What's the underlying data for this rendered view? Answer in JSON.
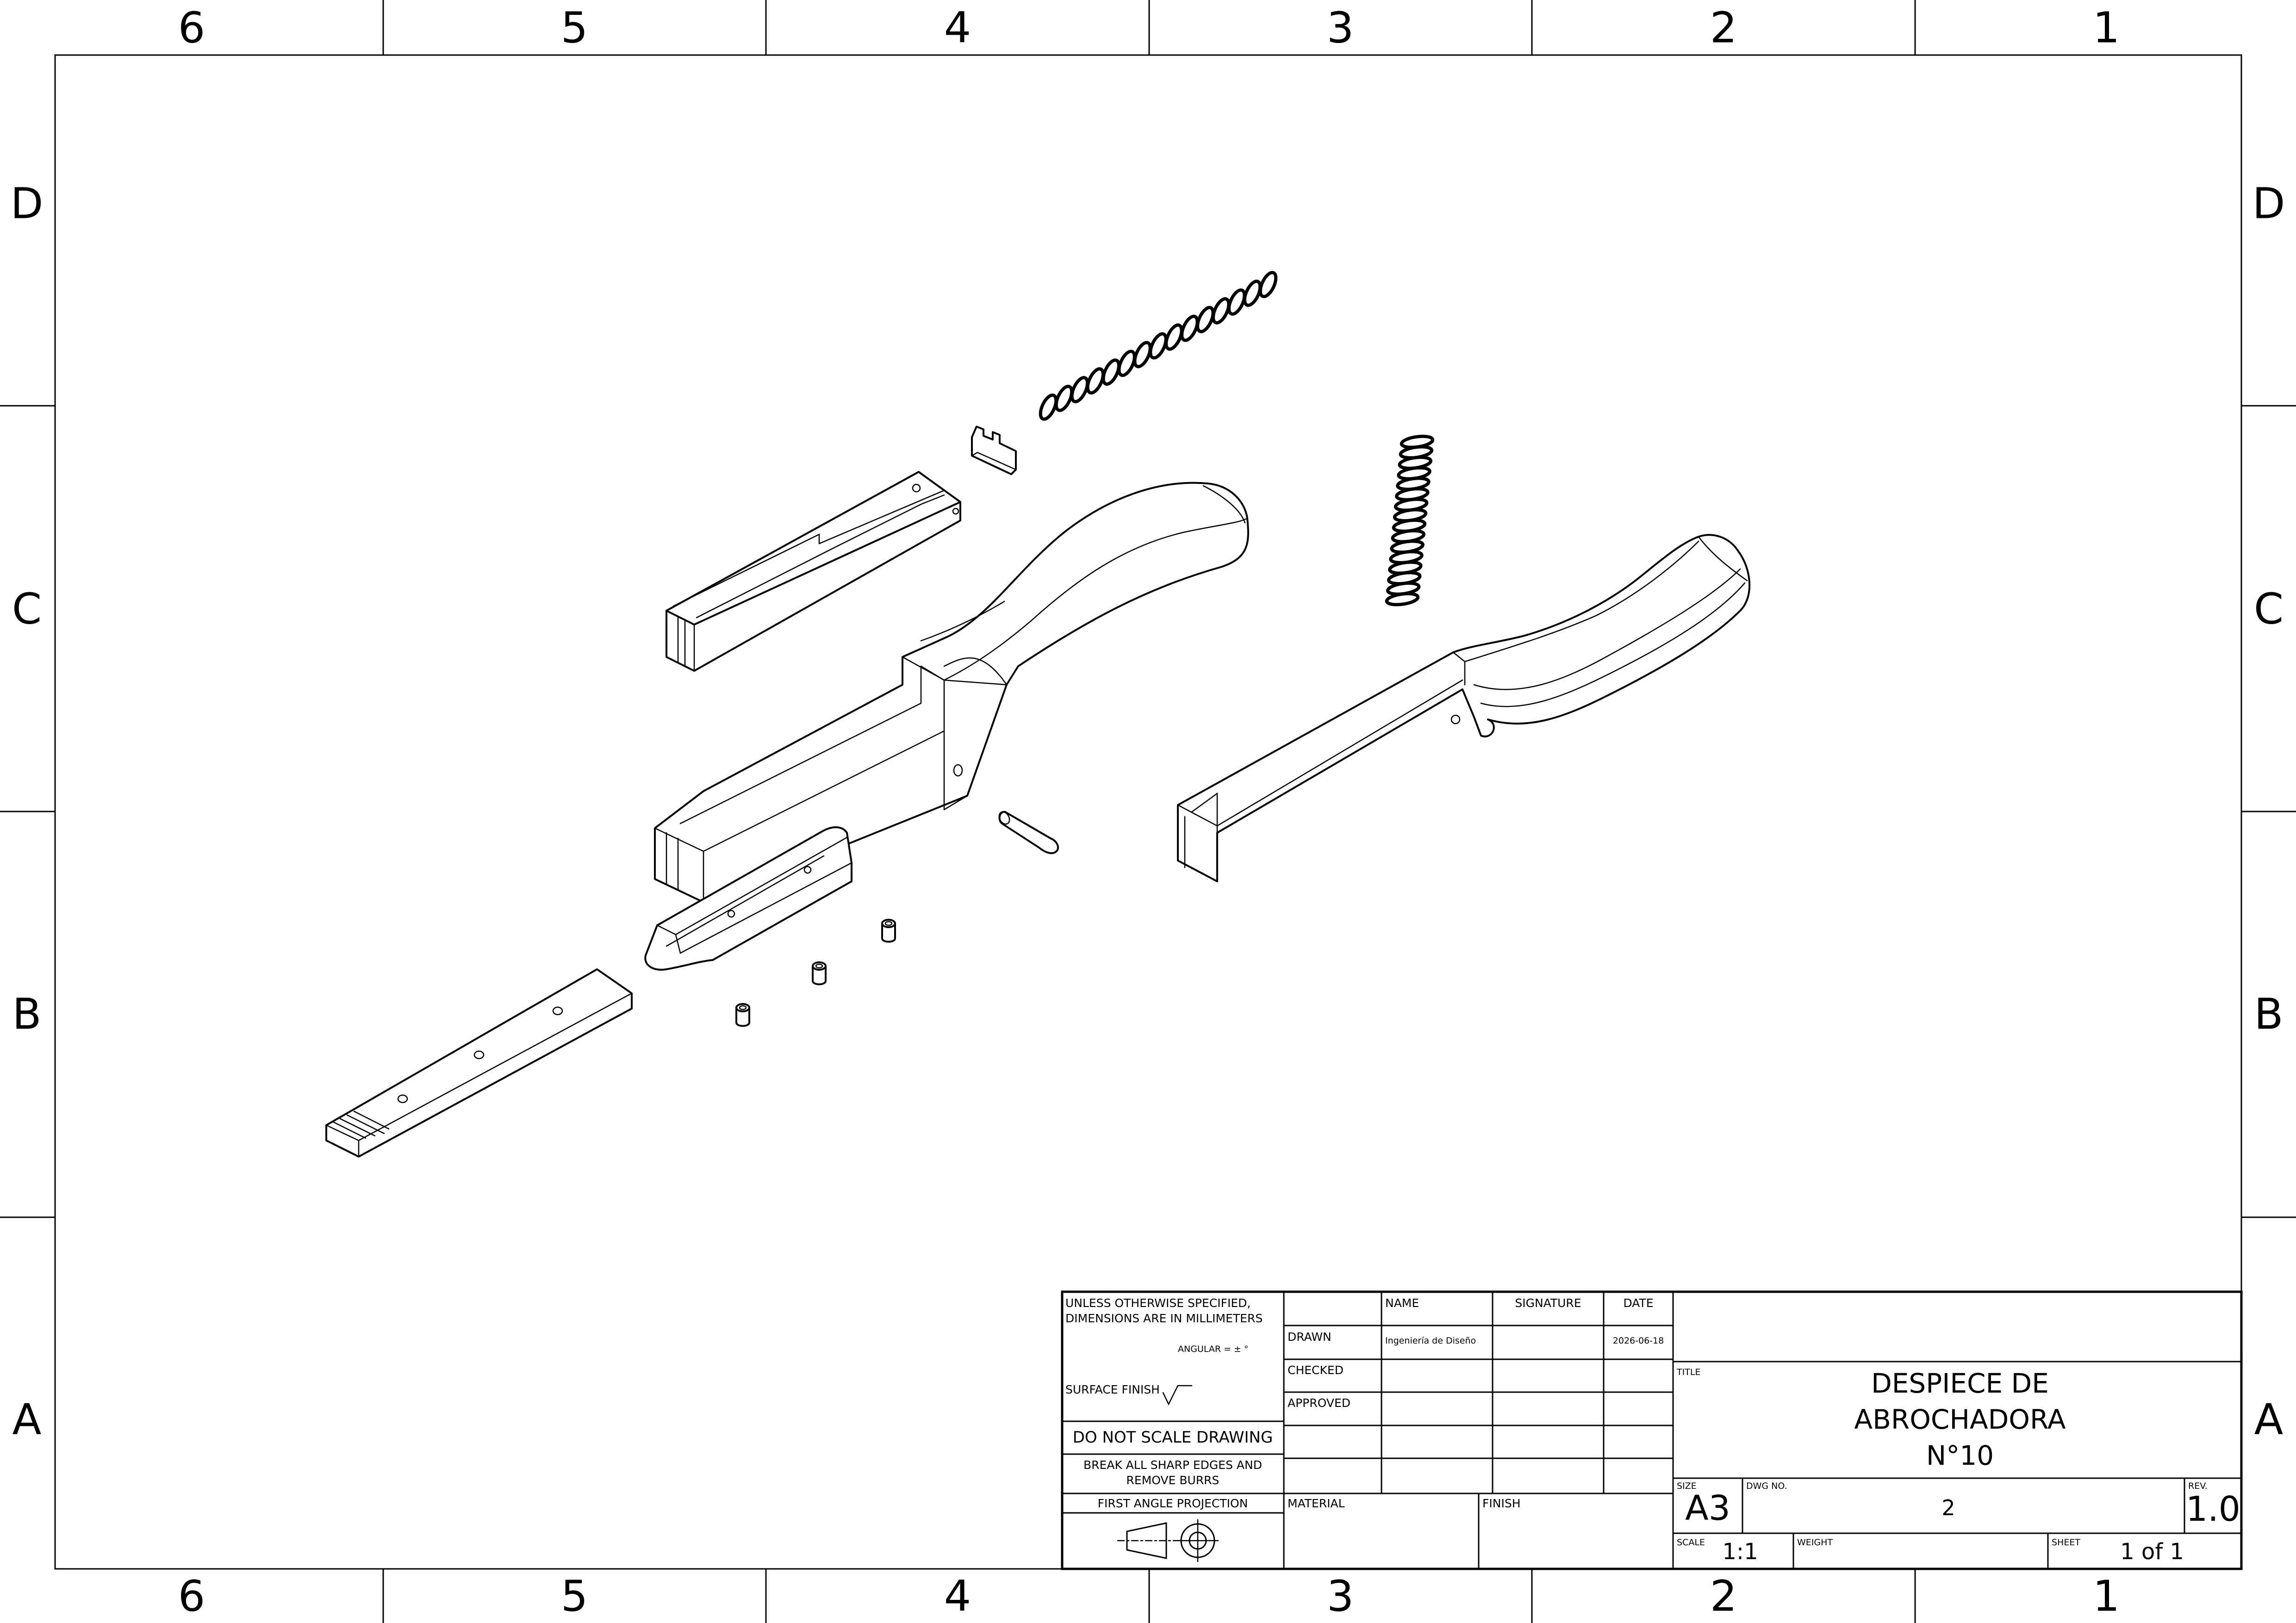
{
  "zones": {
    "columns": [
      "6",
      "5",
      "4",
      "3",
      "2",
      "1"
    ],
    "rows": [
      "D",
      "C",
      "B",
      "A"
    ]
  },
  "title_block": {
    "notes": {
      "line1": "UNLESS OTHERWISE SPECIFIED,",
      "line2": "DIMENSIONS ARE IN MILLIMETERS",
      "angular": "ANGULAR = ± °",
      "surface_finish": "SURFACE FINISH",
      "do_not_scale": "DO NOT SCALE DRAWING",
      "break_edges_1": "BREAK ALL SHARP EDGES AND",
      "break_edges_2": "REMOVE BURRS",
      "projection": "FIRST ANGLE PROJECTION"
    },
    "headers": {
      "name": "NAME",
      "signature": "SIGNATURE",
      "date": "DATE"
    },
    "rows": {
      "drawn": "DRAWN",
      "checked": "CHECKED",
      "approved": "APPROVED"
    },
    "drawn_name": "Ingeniería de Diseño",
    "drawn_date": "2026-06-18",
    "material_label": "MATERIAL",
    "finish_label": "FINISH",
    "title_label": "TITLE",
    "title_line1": "DESPIECE DE",
    "title_line2": "ABROCHADORA",
    "title_line3": "N°10",
    "size_label": "SIZE",
    "size_value": "A3",
    "dwg_label": "DWG NO.",
    "dwg_value": "2",
    "rev_label": "REV.",
    "rev_value": "1.0",
    "scale_label": "SCALE",
    "scale_value": "1:1",
    "weight_label": "WEIGHT",
    "sheet_label": "SHEET",
    "sheet_value": "1 of 1"
  }
}
